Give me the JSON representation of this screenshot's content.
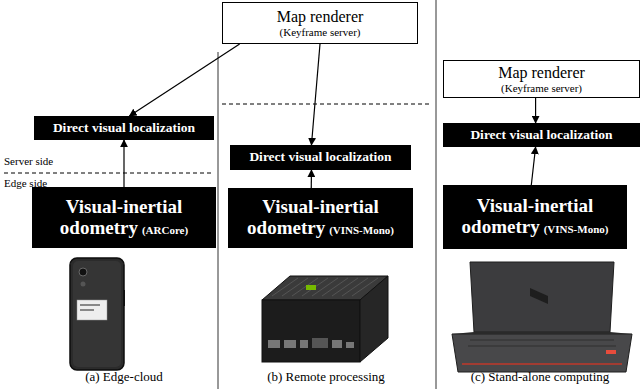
{
  "diagram": {
    "nodes": [
      {
        "text": [
          "Map renderer",
          "(Keyframe server)"
        ]
      },
      {
        "text": [
          "Direct visual localization"
        ]
      },
      {
        "text": [
          "Visual-inertial odometry",
          "(ARCore)"
        ]
      },
      {
        "text": [
          "Direct visual localization"
        ]
      },
      {
        "text": [
          "Visual-inertial odometry",
          "(VINS-Mono)"
        ]
      },
      {
        "text": [
          "Map renderer",
          "(Keyframe server)"
        ]
      },
      {
        "text": [
          "Direct visual localization"
        ]
      },
      {
        "text": [
          "Visual-inertial odometry",
          "(VINS-Mono)"
        ]
      }
    ],
    "edges": [
      {
        "from": 0,
        "to": 1,
        "arrow": "to"
      },
      {
        "from": 0,
        "to": 3,
        "arrow": "to"
      },
      {
        "from": 2,
        "to": 1,
        "arrow": "to"
      },
      {
        "from": 4,
        "to": 3,
        "arrow": "to"
      },
      {
        "from": 5,
        "to": 6,
        "arrow": "to"
      },
      {
        "from": 7,
        "to": 6,
        "arrow": "to"
      }
    ],
    "labels": [
      "Server side",
      "Edge side",
      "(a) Edge-cloud",
      "(b) Remote processing",
      "(c) Stand-alone computing"
    ]
  }
}
